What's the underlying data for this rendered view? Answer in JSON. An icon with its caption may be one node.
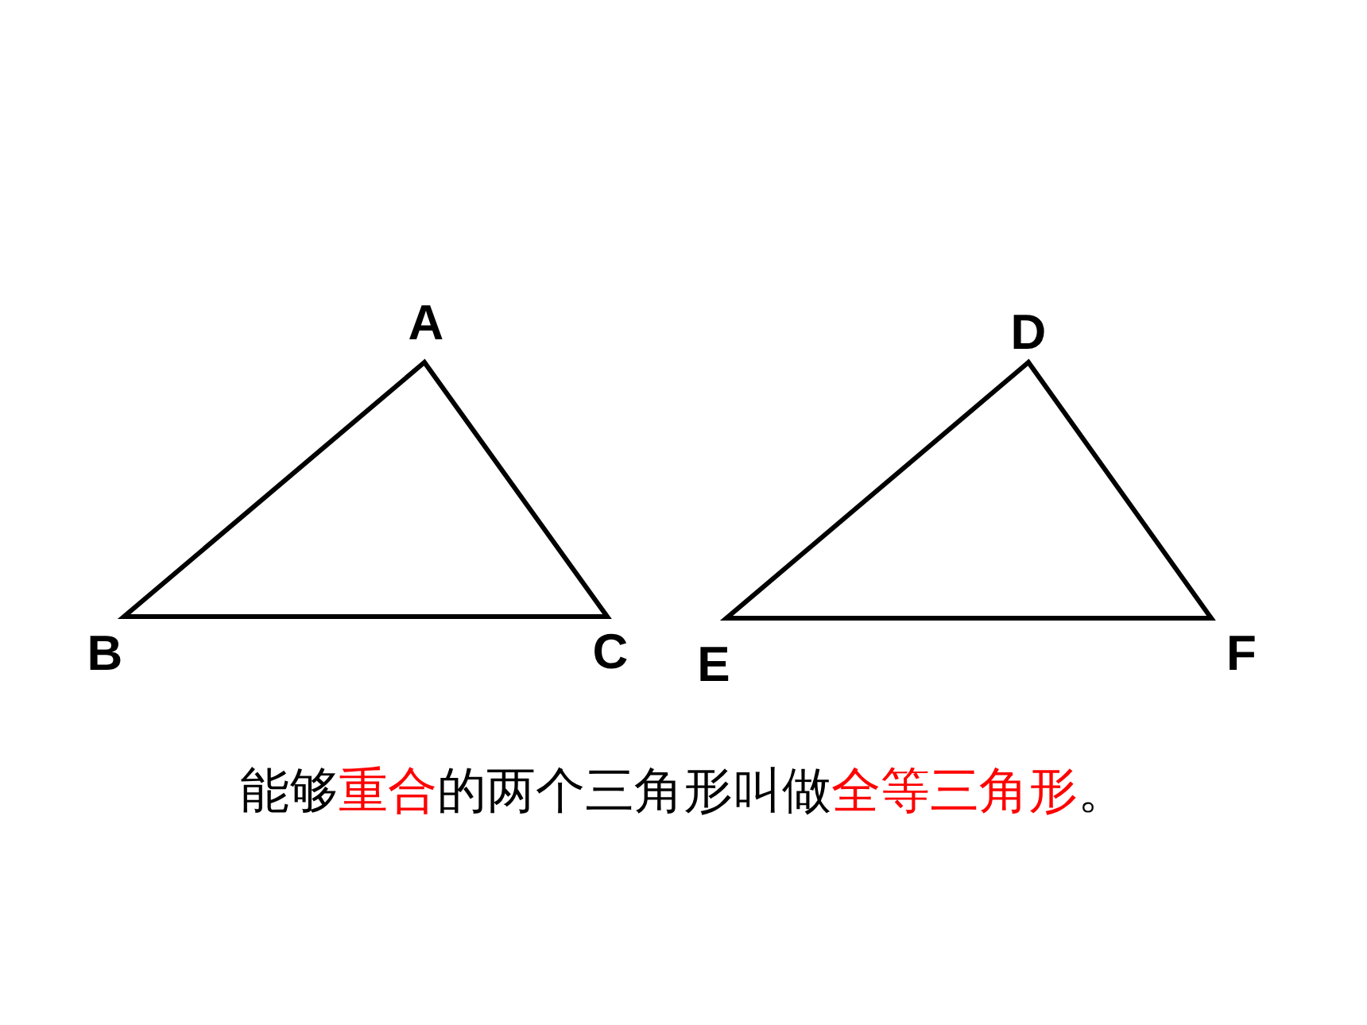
{
  "diagram": {
    "caption": "能够**重合**的两个三角形叫做**全等三角形**。",
    "labels": [
      "A",
      "D",
      "B",
      "C",
      "E",
      "F"
    ]
  }
}
